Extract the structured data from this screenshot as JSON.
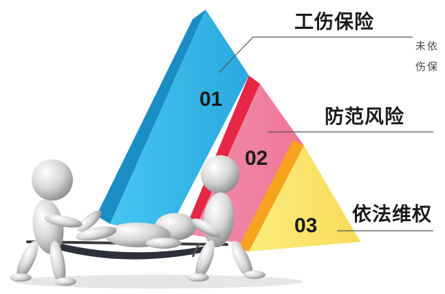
{
  "tiers": [
    {
      "number": "01",
      "title": "工伤保险",
      "color": "#2bb3e6"
    },
    {
      "number": "02",
      "title": "防范风险",
      "color": "#f07fa0"
    },
    {
      "number": "03",
      "title": "依法维权",
      "color": "#fbe66e"
    }
  ],
  "note_lines": [
    "未依",
    "伤保"
  ],
  "figures": [
    "stretcher-bearers",
    "injured-person"
  ]
}
